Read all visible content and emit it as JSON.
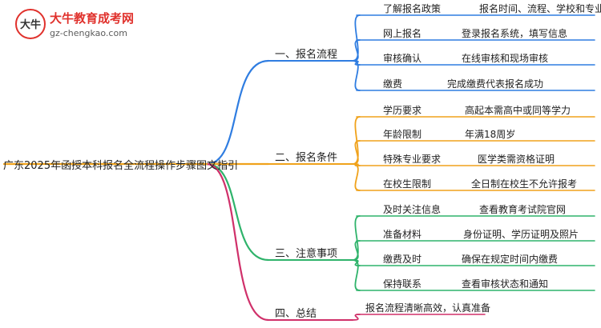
{
  "site": {
    "name": "大牛教育成考网",
    "url": "gz-chengkao.com",
    "logo_glyph": "大牛"
  },
  "root": {
    "label": "广东2025年函授本科报名全流程操作步骤图文指引"
  },
  "colors": {
    "root_line": "#f0a21b"
  },
  "branches": [
    {
      "label": "一、报名流程",
      "color": "#2f7de1",
      "items": [
        {
          "topic": "了解报名政策",
          "detail": "报名时间、流程、学校和专业"
        },
        {
          "topic": "网上报名",
          "detail": "登录报名系统，填写信息"
        },
        {
          "topic": "审核确认",
          "detail": "在线审核和现场审核"
        },
        {
          "topic": "缴费",
          "detail": "完成缴费代表报名成功"
        }
      ]
    },
    {
      "label": "二、报名条件",
      "color": "#f0a21b",
      "items": [
        {
          "topic": "学历要求",
          "detail": "高起本需高中或同等学力"
        },
        {
          "topic": "年龄限制",
          "detail": "年满18周岁"
        },
        {
          "topic": "特殊专业要求",
          "detail": "医学类需资格证明"
        },
        {
          "topic": "在校生限制",
          "detail": "全日制在校生不允许报考"
        }
      ]
    },
    {
      "label": "三、注意事项",
      "color": "#2fb36b",
      "items": [
        {
          "topic": "及时关注信息",
          "detail": "查看教育考试院官网"
        },
        {
          "topic": "准备材料",
          "detail": "身份证明、学历证明及照片"
        },
        {
          "topic": "缴费及时",
          "detail": "确保在规定时间内缴费"
        },
        {
          "topic": "保持联系",
          "detail": "查看审核状态和通知"
        }
      ]
    },
    {
      "label": "四、总结",
      "color": "#d0306a",
      "items": [
        {
          "topic": "报名流程清晰高效，认真准备",
          "detail": ""
        }
      ]
    }
  ]
}
